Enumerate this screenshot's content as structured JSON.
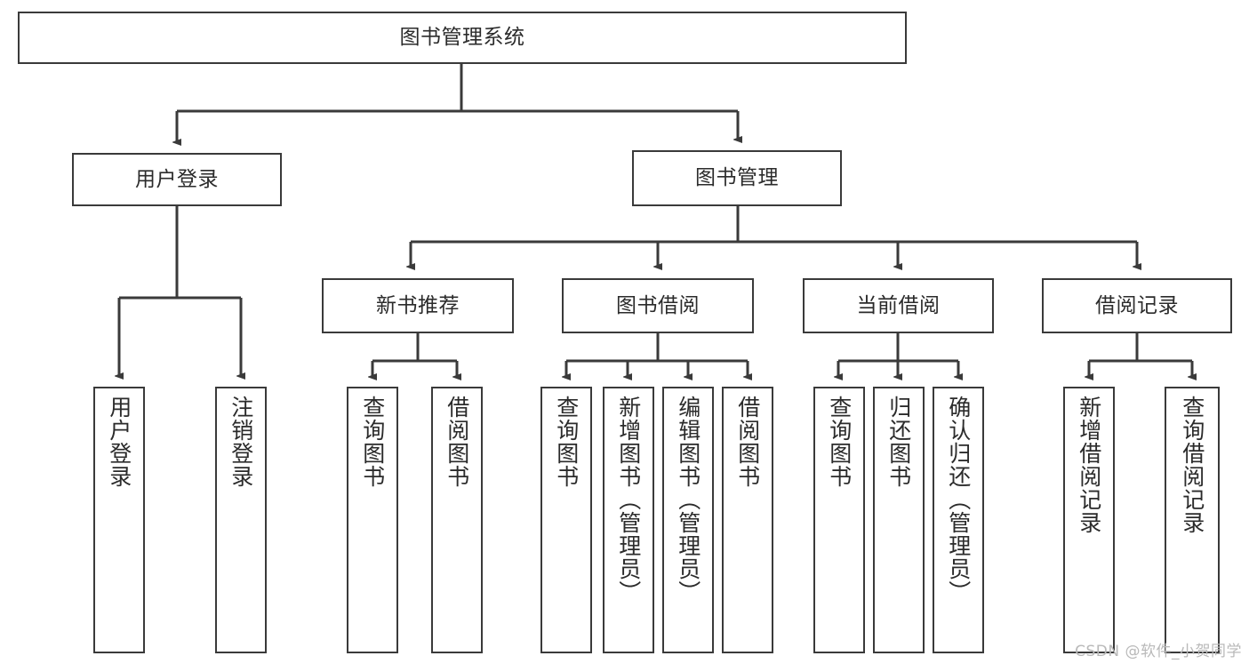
{
  "diagram": {
    "title": "图书管理系统",
    "type": "tree-hierarchy",
    "watermark": "CSDN @软件_小贺同学",
    "stroke_color": "#3a3a3a",
    "fill_color": "#ffffff",
    "text_color": "#2b2b2b",
    "nodes": {
      "root": {
        "label": "图书管理系统"
      },
      "level2": [
        {
          "label": "用户登录"
        },
        {
          "label": "图书管理"
        }
      ],
      "level3": [
        {
          "label": "新书推荐"
        },
        {
          "label": "图书借阅"
        },
        {
          "label": "当前借阅"
        },
        {
          "label": "借阅记录"
        }
      ],
      "leaves_user_login": [
        {
          "label": "用户登录"
        },
        {
          "label": "注销登录"
        }
      ],
      "leaves_new_books": [
        {
          "label": "查询图书"
        },
        {
          "label": "借阅图书"
        }
      ],
      "leaves_borrow": [
        {
          "label": "查询图书"
        },
        {
          "label": "新增图书（管理员）"
        },
        {
          "label": "编辑图书（管理员）"
        },
        {
          "label": "借阅图书"
        }
      ],
      "leaves_current": [
        {
          "label": "查询图书"
        },
        {
          "label": "归还图书"
        },
        {
          "label": "确认归还（管理员）"
        }
      ],
      "leaves_records": [
        {
          "label": "新增借阅记录"
        },
        {
          "label": "查询借阅记录"
        }
      ]
    }
  }
}
